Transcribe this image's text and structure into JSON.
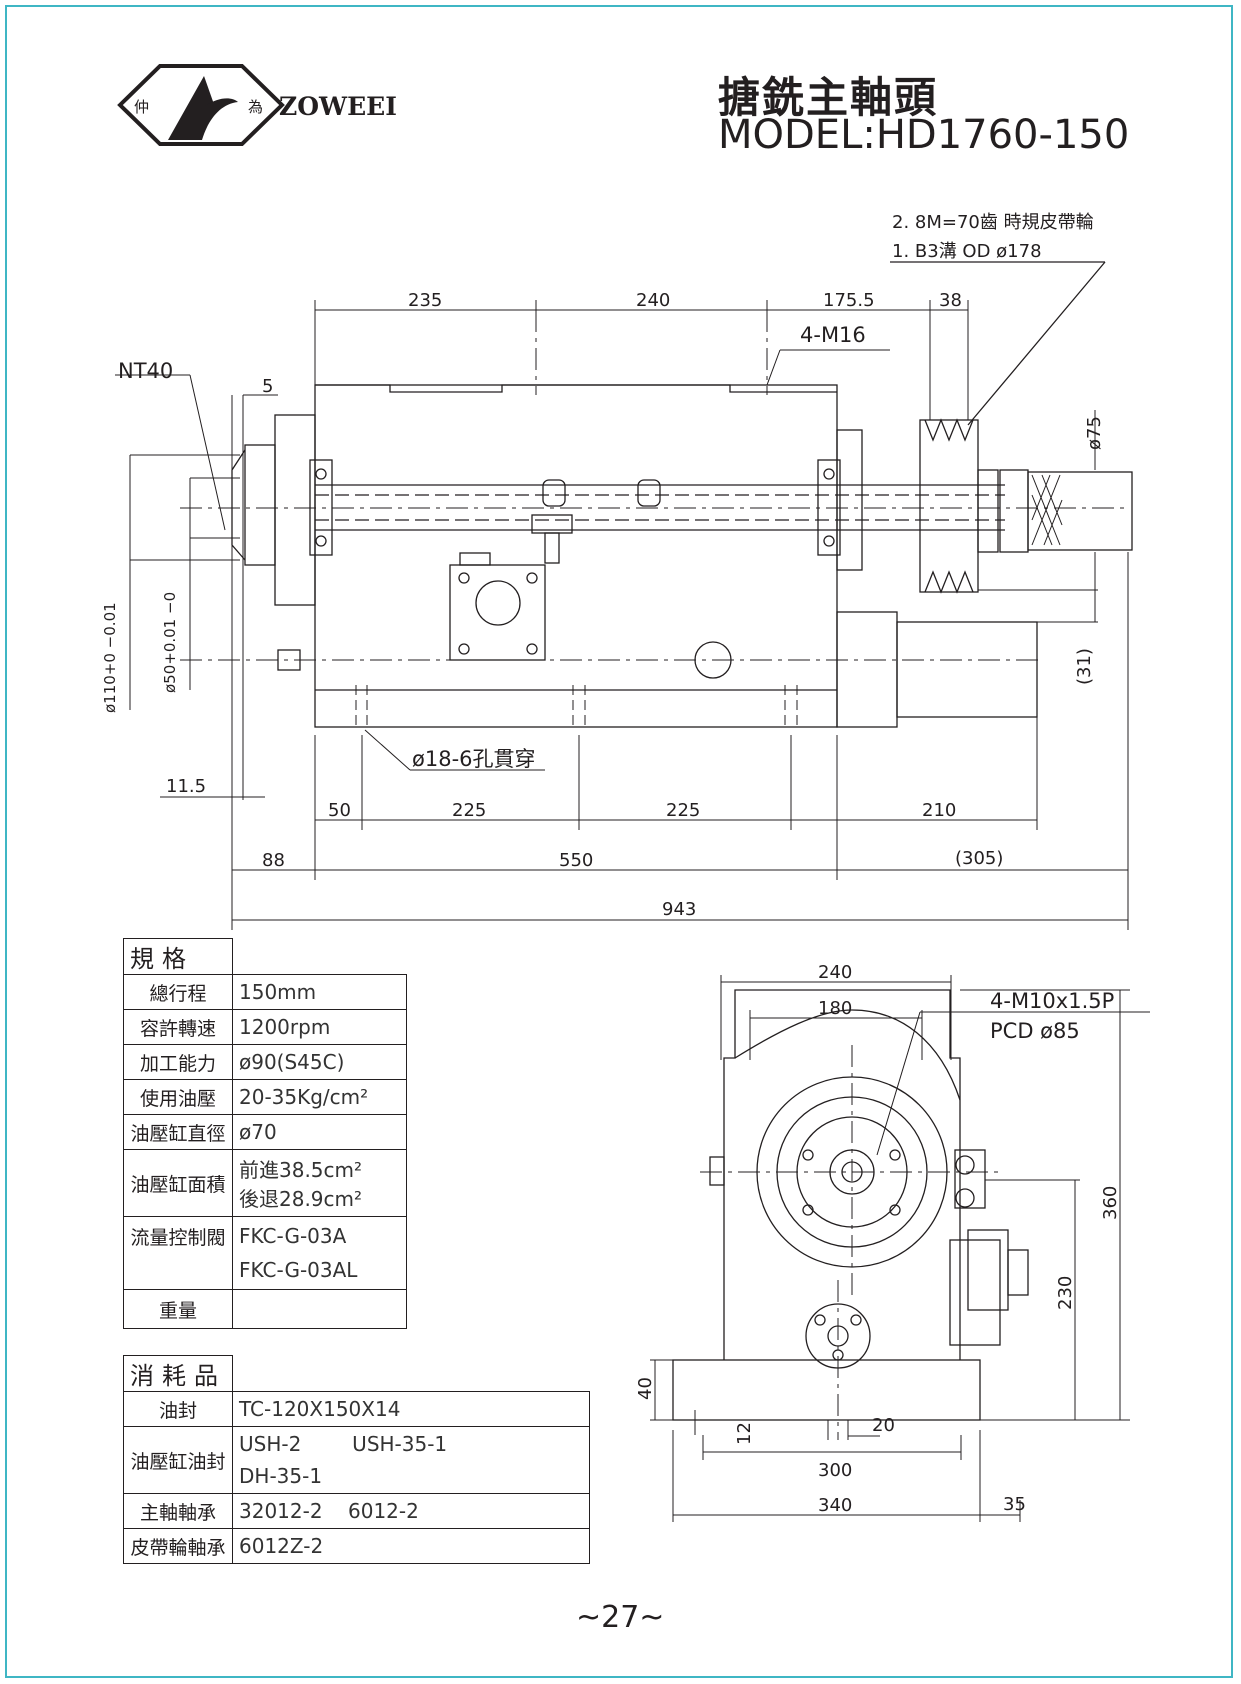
{
  "header": {
    "title_cn": "搪銑主軸頭",
    "model": "MODEL:HD1760-150",
    "logo_text": "ZOWEEI",
    "logo_left_char": "仲",
    "logo_right_char": "為"
  },
  "drawing_top": {
    "notes": [
      "2. 8M=70齒 時規皮帶輪",
      "1. B3溝 OD ø178"
    ],
    "dims_top": [
      "235",
      "240",
      "175.5",
      "38"
    ],
    "thread_label": "4-M16",
    "nt_label": "NT40",
    "dim_5": "5",
    "dim_phi75": "ø75",
    "dim_phi110": "ø110+0 −0.01",
    "dim_phi50": "ø50+0.01 −0",
    "dim_31": "(31)",
    "hole_label": "ø18-6孔貫穿",
    "dim_11_5": "11.5",
    "dims_row1": [
      "50",
      "225",
      "225",
      "210"
    ],
    "dims_row2": [
      "88",
      "550",
      "(305)"
    ],
    "dim_total": "943"
  },
  "drawing_side": {
    "dim_240": "240",
    "dim_180": "180",
    "thread_label": "4-M10x1.5P",
    "pcd_label": "PCD ø85",
    "dim_360": "360",
    "dim_230": "230",
    "dim_40": "40",
    "dim_12": "12",
    "dim_20": "20",
    "dim_300": "300",
    "dim_340": "340",
    "dim_35": "35"
  },
  "spec_table": {
    "heading": "規格",
    "rows": [
      {
        "key": "總行程",
        "value": "150mm"
      },
      {
        "key": "容許轉速",
        "value": "1200rpm"
      },
      {
        "key": "加工能力",
        "value": "ø90(S45C)"
      },
      {
        "key": "使用油壓",
        "value": "20-35Kg/cm²"
      },
      {
        "key": "油壓缸直徑",
        "value": "ø70"
      },
      {
        "key": "油壓缸面積",
        "value": "前進38.5cm²",
        "value2": "後退28.9cm²"
      },
      {
        "key": "流量控制閥",
        "value": "FKC-G-03A",
        "value2": "FKC-G-03AL"
      },
      {
        "key": "重量",
        "value": ""
      }
    ]
  },
  "consumables_table": {
    "heading": "消耗品",
    "rows": [
      {
        "key": "油封",
        "value": "TC-120X150X14"
      },
      {
        "key": "油壓缸油封",
        "value": "USH-2        USH-35-1",
        "value2": "DH-35-1"
      },
      {
        "key": "主軸軸承",
        "value": "32012-2    6012-2"
      },
      {
        "key": "皮帶輪軸承",
        "value": "6012Z-2"
      }
    ]
  },
  "footer": {
    "page_number": "~27~"
  }
}
